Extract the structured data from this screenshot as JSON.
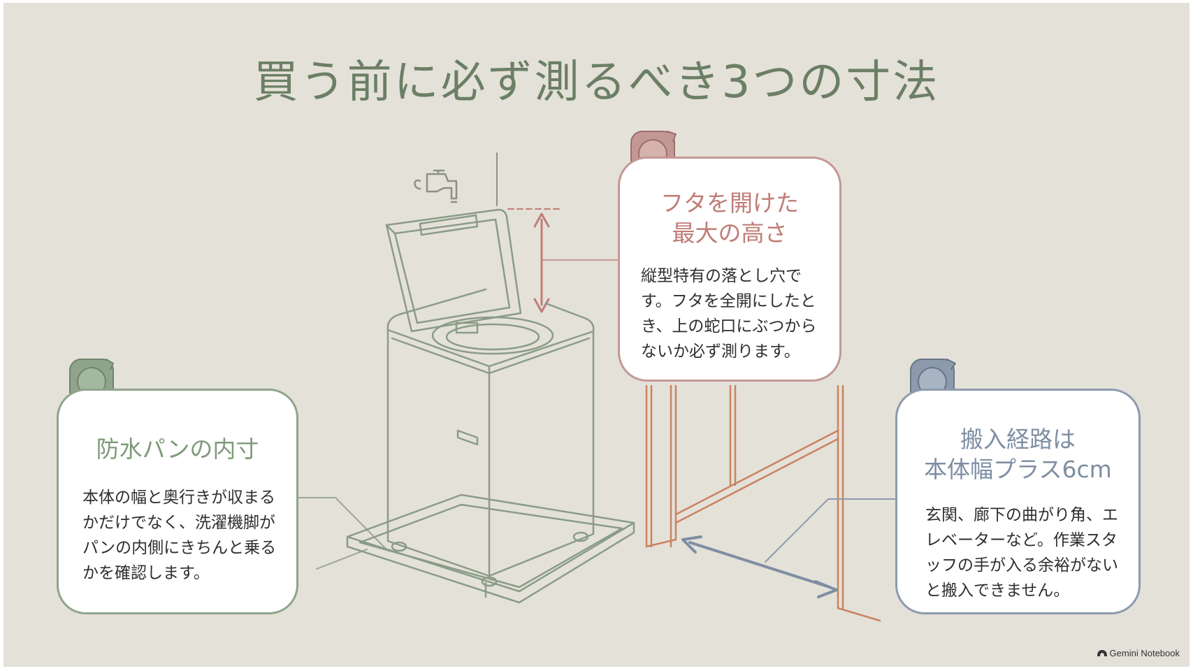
{
  "title": "買う前に必ず測るべき3つの寸法",
  "cards": {
    "pan": {
      "heading": "防水パンの内寸",
      "body": "本体の幅と奥行きが収まるかだけでなく、洗濯機脚がパンの内側にきちんと乗るかを確認します。"
    },
    "lid": {
      "heading_line1": "フタを開けた",
      "heading_line2": "最大の高さ",
      "body": "縦型特有の落とし穴です。フタを全開にしたとき、上の蛇口にぶつからないか必ず測ります。"
    },
    "route": {
      "heading_line1": "搬入経路は",
      "heading_line2": "本体幅プラス6cm",
      "body": "玄関、廊下の曲がり角、エレベーターなど。作業スタッフの手が入る余裕がないと搬入できません。"
    }
  },
  "branding": "Gemini Notebook",
  "colors": {
    "background": "#e4e1d9",
    "title": "#6b7f64",
    "green": "#8fa48a",
    "red": "#c07d77",
    "blue": "#7e8ea3",
    "wall": "#c9835f"
  },
  "icons": [
    "measuring-tape-icon",
    "faucet-icon",
    "washing-machine-illustration",
    "double-arrow-icon"
  ]
}
